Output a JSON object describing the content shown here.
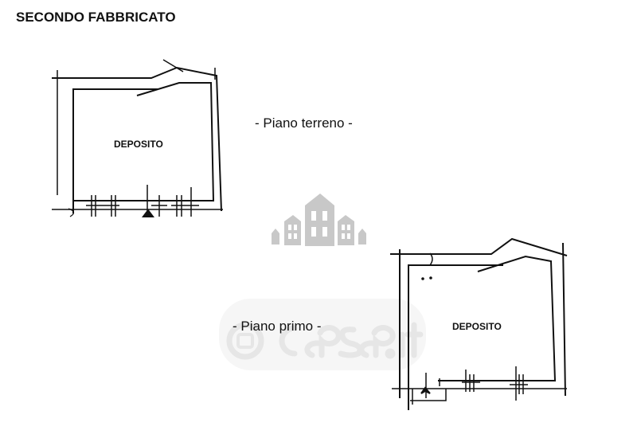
{
  "title": "SECONDO FABBRICATO",
  "floors": [
    {
      "label": "- Piano terreno -",
      "room": "DEPOSITO"
    },
    {
      "label": "- Piano primo -",
      "room": "DEPOSITO"
    }
  ],
  "watermark": {
    "text": "casa.it",
    "icon": "buildings-logo-icon",
    "color": "#c8c8c8"
  }
}
